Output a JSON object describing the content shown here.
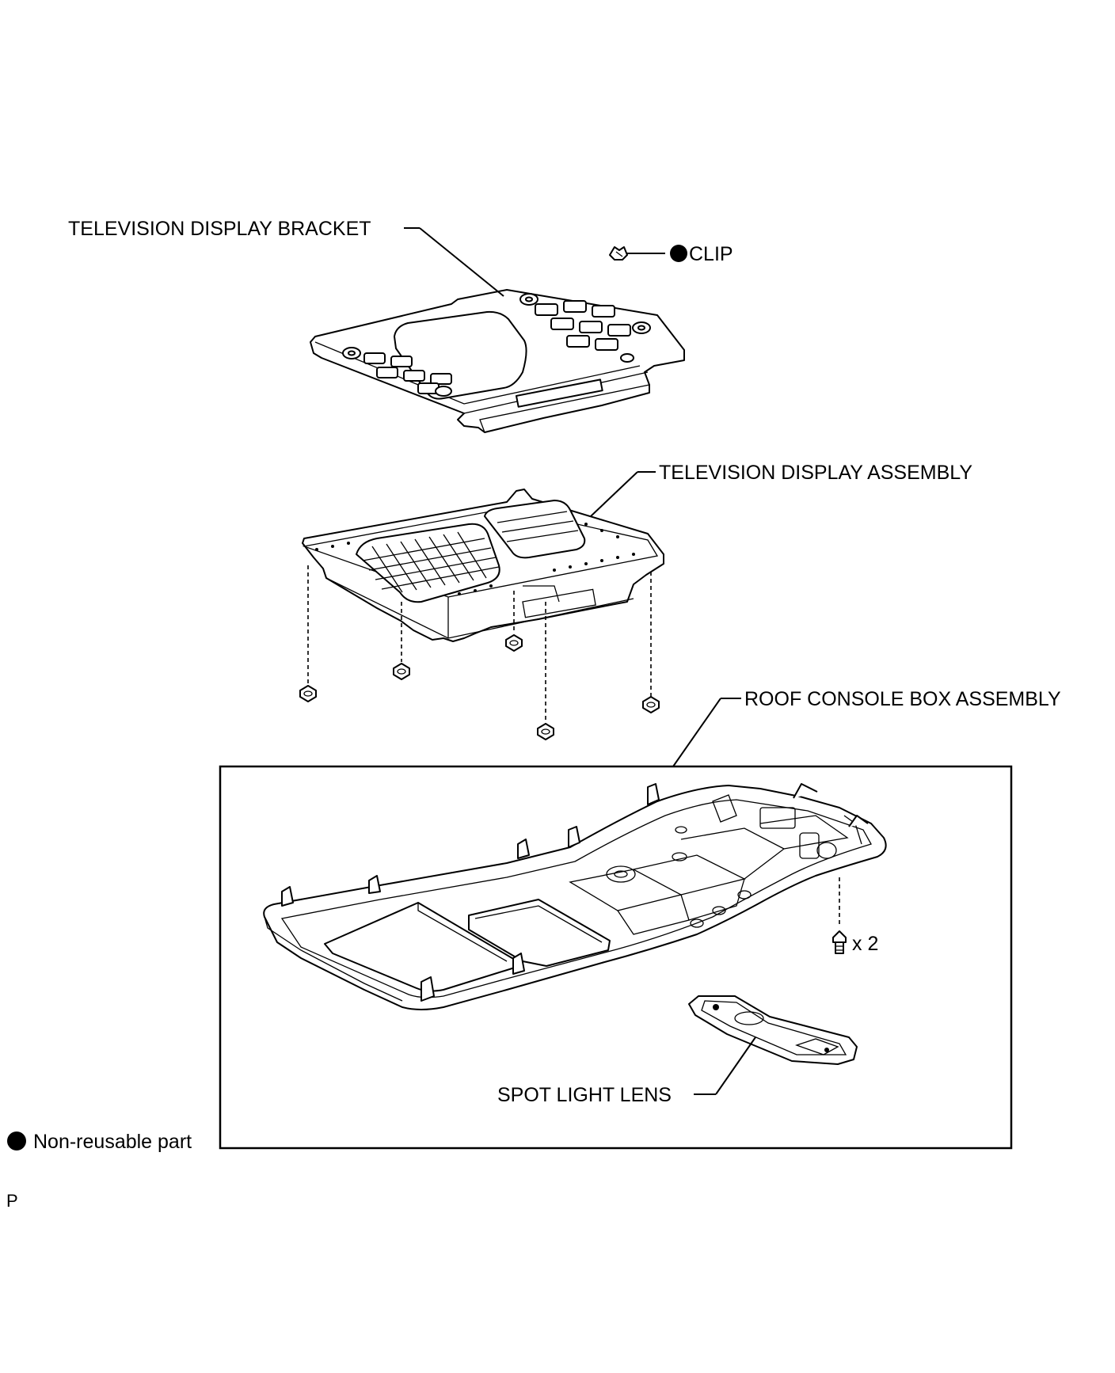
{
  "labels": {
    "tv_display_bracket": "TELEVISION DISPLAY BRACKET",
    "clip": "CLIP",
    "tv_display_assembly": "TELEVISION DISPLAY ASSEMBLY",
    "roof_console_box_assembly": "ROOF CONSOLE BOX ASSEMBLY",
    "fastener_qty": "x 2",
    "spot_light_lens": "SPOT LIGHT LENS"
  },
  "legend": {
    "non_reusable": "Non-reusable part"
  },
  "footer_code": "P"
}
